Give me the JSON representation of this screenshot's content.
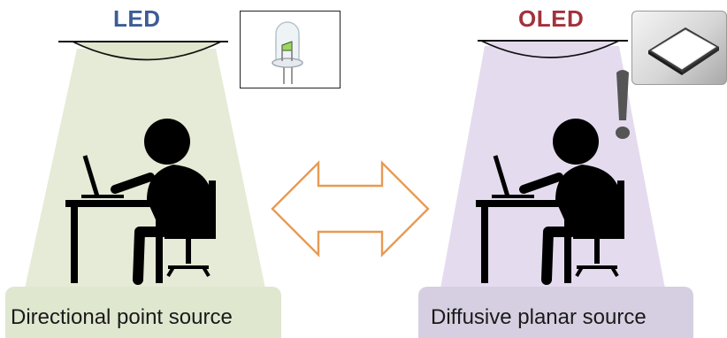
{
  "diagram": {
    "led": {
      "title": "LED",
      "caption": "Directional point source",
      "thumbnail_icon": "led-bulb-icon",
      "beam_color": "#e5ebd6",
      "lamp_color": "#dfe6cc"
    },
    "oled": {
      "title": "OLED",
      "caption": "Diffusive planar source",
      "thumbnail_icon": "oled-panel-icon",
      "beam_color": "#e4dcee",
      "lamp_color": "#e3dbec"
    },
    "comparison_arrow": {
      "icon": "double-arrow-icon",
      "color": "#e89a52"
    },
    "exclamation": {
      "icon": "exclamation-icon",
      "text": "!"
    },
    "colors": {
      "led_title": "#3c5c96",
      "oled_title": "#a3313b",
      "figure": "#000000"
    }
  }
}
